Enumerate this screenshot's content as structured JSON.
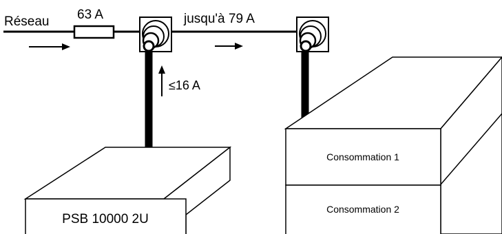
{
  "labels": {
    "grid": "Réseau",
    "fuse_rating": "63 A",
    "line_current": "jusqu'à 79 A",
    "feed_current": "≤16 A"
  },
  "devices": {
    "psb": "PSB 10000 2U",
    "load_1": "Consommation 1",
    "load_2": "Consommation 2"
  },
  "colors": {
    "line": "#000000",
    "background": "#ffffff"
  }
}
